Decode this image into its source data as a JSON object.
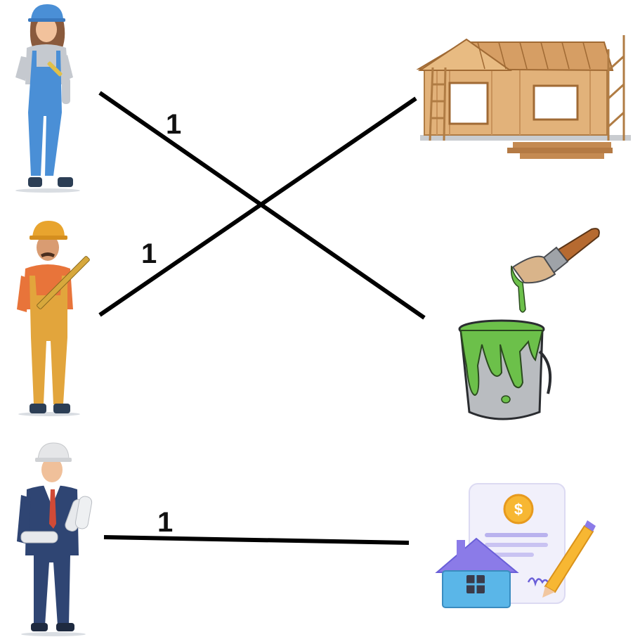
{
  "matching": {
    "left_items": [
      {
        "id": "worker-woman",
        "icon": "female-worker-icon"
      },
      {
        "id": "worker-man",
        "icon": "male-carpenter-icon"
      },
      {
        "id": "engineer",
        "icon": "engineer-with-blueprints-icon"
      }
    ],
    "right_items": [
      {
        "id": "house-frame",
        "icon": "house-frame-icon"
      },
      {
        "id": "paint",
        "icon": "paint-bucket-brush-icon"
      },
      {
        "id": "contract",
        "icon": "house-contract-icon"
      }
    ],
    "connections": [
      {
        "from": "worker-woman",
        "to": "paint",
        "label": "1"
      },
      {
        "from": "worker-man",
        "to": "house-frame",
        "label": "1"
      },
      {
        "from": "engineer",
        "to": "contract",
        "label": "1"
      }
    ],
    "colors": {
      "line": "#000000",
      "paint_green": "#6cc04a",
      "wood": "#d9a86a",
      "contract_purple": "#8b7be8"
    }
  }
}
